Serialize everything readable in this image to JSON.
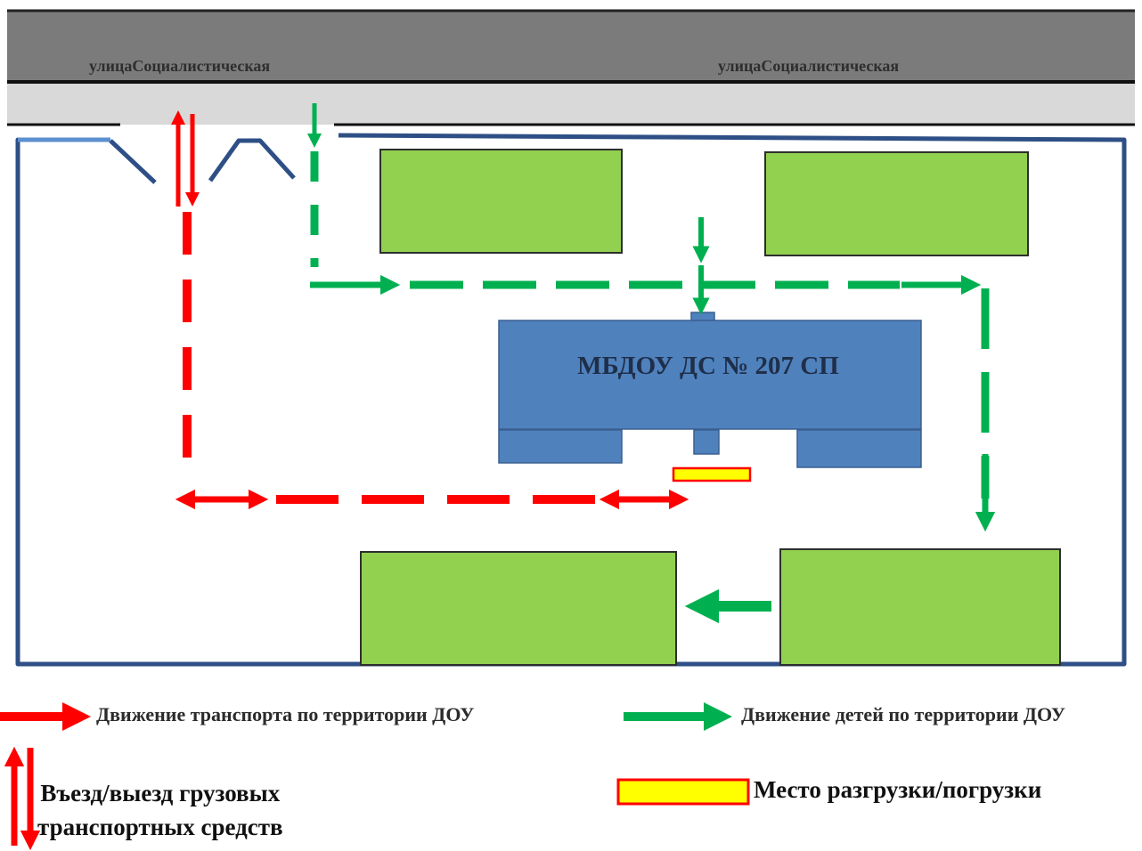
{
  "street": {
    "label_left": "улицаСоциалистическая",
    "label_right": "улицаСоциалистическая"
  },
  "building": {
    "label": "МБДОУ ДС № 207 СП"
  },
  "legend": {
    "transport": "Движение транспорта по  территории ДОУ",
    "children": "Движение детей по территории ДОУ",
    "entry_line1": "Въезд/выезд грузовых",
    "entry_line2": "транспортных средств",
    "unload": "Место разгрузки/погрузки"
  },
  "colors": {
    "road": "#7b7b7b",
    "sidewalk": "#d9d9d9",
    "fence": "#2e4f86",
    "building": "#4f81bd",
    "green_area": "#92d050",
    "transport_path": "#ff0000",
    "children_path": "#00b050",
    "unload_zone": "#ffff00"
  }
}
